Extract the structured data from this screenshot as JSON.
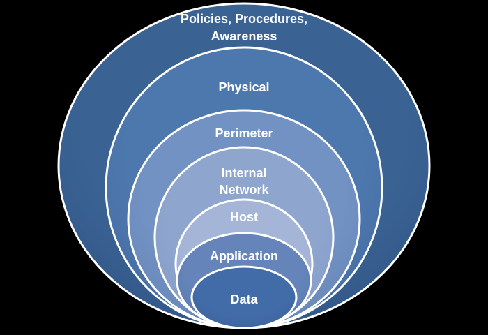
{
  "diagram": {
    "type": "nested-ellipse-layers",
    "background_color": "#000000",
    "outline_color": "#ffffff",
    "label_color": "#ffffff"
  },
  "layers": [
    {
      "name": "policies-procedures-awareness",
      "label_lines": [
        "Policies, Procedures,",
        "Awareness"
      ],
      "fill_center": "#3a6394",
      "fill_edge": "#2e5181"
    },
    {
      "name": "physical",
      "label_lines": [
        "Physical"
      ],
      "fill_center": "#4d78ae",
      "fill_edge": "#40689c"
    },
    {
      "name": "perimeter",
      "label_lines": [
        "Perimeter"
      ],
      "fill_center": "#7292c4",
      "fill_edge": "#6382b4"
    },
    {
      "name": "internal-network",
      "label_lines": [
        "Internal",
        "Network"
      ],
      "fill_center": "#8ea5ce",
      "fill_edge": "#8098c4"
    },
    {
      "name": "host",
      "label_lines": [
        "Host"
      ],
      "fill_center": "#a4b5d8",
      "fill_edge": "#96a9d0"
    },
    {
      "name": "application",
      "label_lines": [
        "Application"
      ],
      "fill_center": "#6484ba",
      "fill_edge": "#5474aa"
    },
    {
      "name": "data",
      "label_lines": [
        "Data"
      ],
      "fill_center": "#426ca8",
      "fill_edge": "#3a619b"
    }
  ]
}
